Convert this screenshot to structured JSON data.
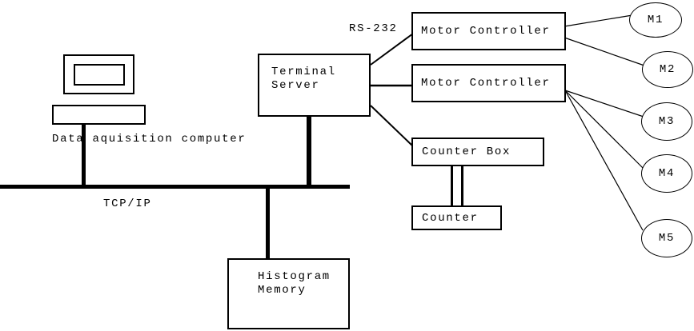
{
  "diagram": {
    "computer_label": "Data aquisition computer",
    "bus_label": "TCP/IP",
    "serial_label": "RS-232",
    "terminal_server": {
      "line1": "Terminal",
      "line2": "Server"
    },
    "motor_controller_1": "Motor Controller",
    "motor_controller_2": "Motor Controller",
    "counter_box_label": "Counter Box",
    "counter_label": "Counter",
    "histogram_memory": {
      "line1": "Histogram",
      "line2": "Memory"
    },
    "motors": [
      "M1",
      "M2",
      "M3",
      "M4",
      "M5"
    ],
    "colors": {
      "line": "#000000",
      "background": "#ffffff",
      "text": "#000000"
    }
  }
}
